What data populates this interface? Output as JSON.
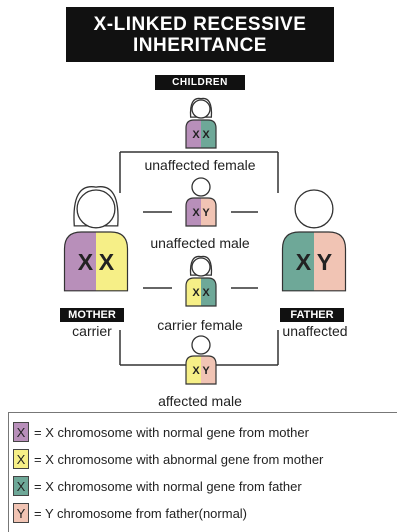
{
  "title": {
    "line1": "X-LINKED RECESSIVE",
    "line2": "INHERITANCE"
  },
  "children_header": "CHILDREN",
  "colors": {
    "x_mother_normal": "#b88fba",
    "x_mother_abnormal": "#f6ef87",
    "x_father_normal": "#6ea898",
    "y_father": "#f1c4b4",
    "background": "#ffffff",
    "dark": "#111111"
  },
  "mother": {
    "tag": "MOTHER",
    "status": "carrier",
    "chr_left": "X",
    "chr_right": "X"
  },
  "father": {
    "tag": "FATHER",
    "status": "unaffected",
    "chr_left": "X",
    "chr_right": "Y"
  },
  "children": [
    {
      "label": "unaffected female",
      "chr_left": "X",
      "chr_right": "X"
    },
    {
      "label": "unaffected male",
      "chr_left": "X",
      "chr_right": "Y"
    },
    {
      "label": "carrier female",
      "chr_left": "X",
      "chr_right": "X"
    },
    {
      "label": "affected male",
      "chr_left": "X",
      "chr_right": "Y"
    }
  ],
  "legend": [
    {
      "symbol": "X",
      "text": "= X chromosome with normal gene from mother"
    },
    {
      "symbol": "X",
      "text": "= X chromosome with abnormal gene from mother"
    },
    {
      "symbol": "X",
      "text": "= X chromosome with normal gene from father"
    },
    {
      "symbol": "Y",
      "text": "= Y chromosome from father(normal)"
    }
  ]
}
